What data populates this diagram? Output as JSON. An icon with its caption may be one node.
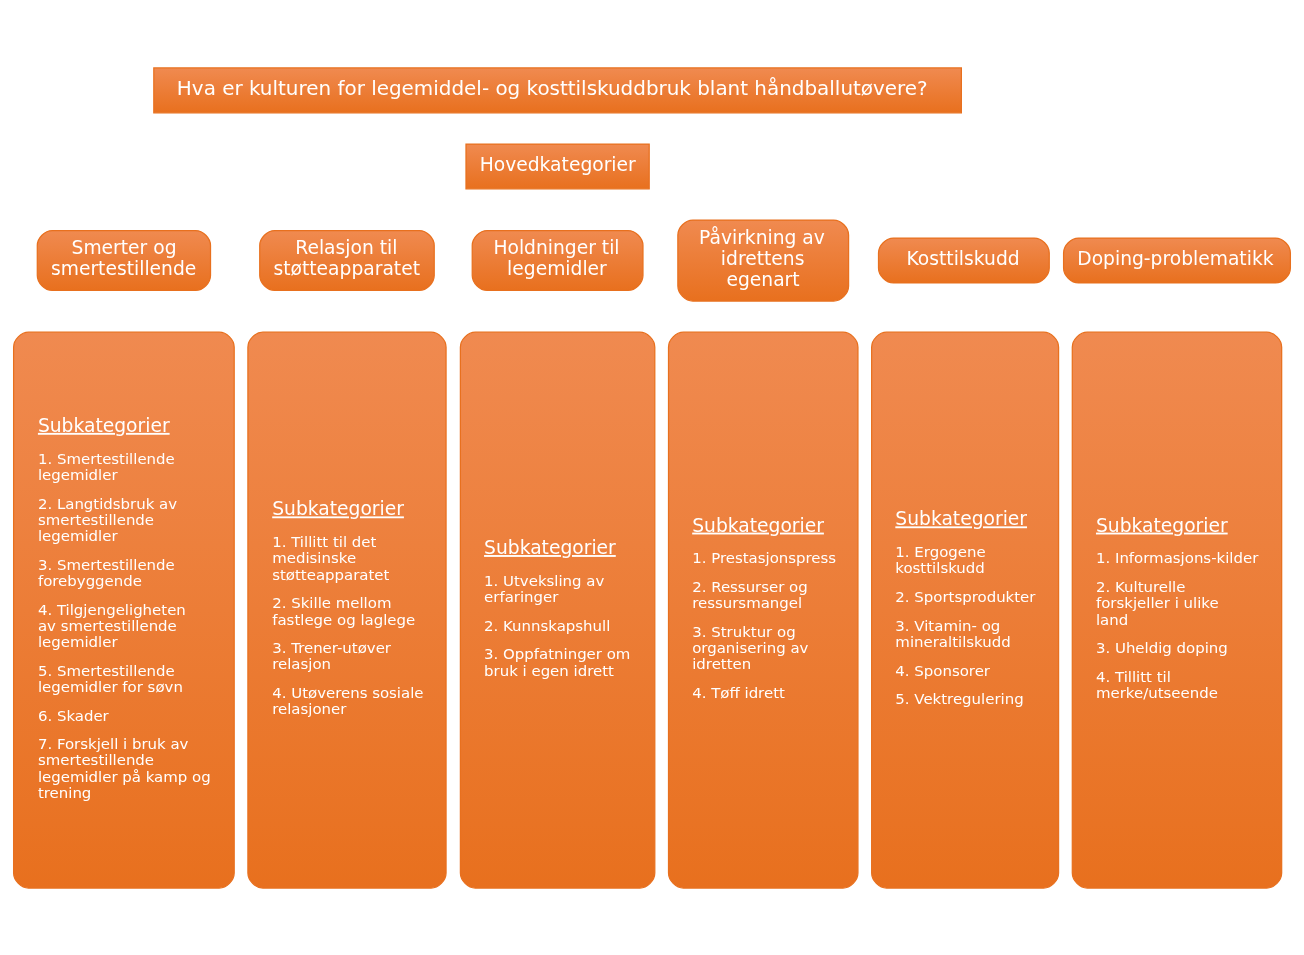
{
  "diagram": {
    "nodes": [
      {
        "text": [
          "Hva er kulturen for legemiddel- og kosttilskuddbruk blant håndballutøvere?"
        ]
      },
      {
        "text": [
          "Hovedkategorier"
        ]
      },
      {
        "text": [
          "Smerter og smertestillende"
        ]
      },
      {
        "text": [
          "Relasjon til støtteapparatet"
        ]
      },
      {
        "text": [
          "Holdninger til legemidler"
        ]
      },
      {
        "text": [
          "Påvirkning av idrettens egenart"
        ]
      },
      {
        "text": [
          "Kosttilskudd"
        ]
      },
      {
        "text": [
          "Doping-problematikk"
        ]
      },
      {
        "text": [
          "Subkategorier",
          "1. Smertestillende legemidler",
          "2. Langtidsbruk av smertestillende legemidler",
          "3. Smertestillende forebyggende",
          "4. Tilgjengeligheten av smertestillende legemidler",
          "5. Smertestillende legemidler for søvn",
          "6. Skader",
          "7. Forskjell i bruk av smertestillende legemidler på kamp og trening"
        ]
      },
      {
        "text": [
          "Subkategorier",
          "1. Tillitt til det medisinske støtteapparatet",
          "2. Skille mellom fastlege og laglege",
          "3. Trener-utøver relasjon",
          "4. Utøverens sosiale relasjoner"
        ]
      },
      {
        "text": [
          "Subkategorier",
          "1. Utveksling av erfaringer",
          "2. Kunnskapshull",
          "3. Oppfatninger om bruk i egen idrett"
        ]
      },
      {
        "text": [
          "Subkategorier",
          "1. Prestasjonspress",
          "2. Ressurser og ressursmangel",
          "3. Struktur og organisering av idretten",
          "4. Tøff idrett"
        ]
      },
      {
        "text": [
          "Subkategorier",
          "1. Ergogene kosttilskudd",
          "2. Sportsprodukter",
          "3. Vitamin- og mineraltilskudd",
          "4. Sponsorer",
          "5. Vektregulering"
        ]
      },
      {
        "text": [
          "Subkategorier",
          "1. Informasjons-kilder",
          "2. Kulturelle forskjeller i ulike land",
          "3. Uheldig doping",
          "4. Tillitt til merke/utseende"
        ]
      }
    ]
  }
}
